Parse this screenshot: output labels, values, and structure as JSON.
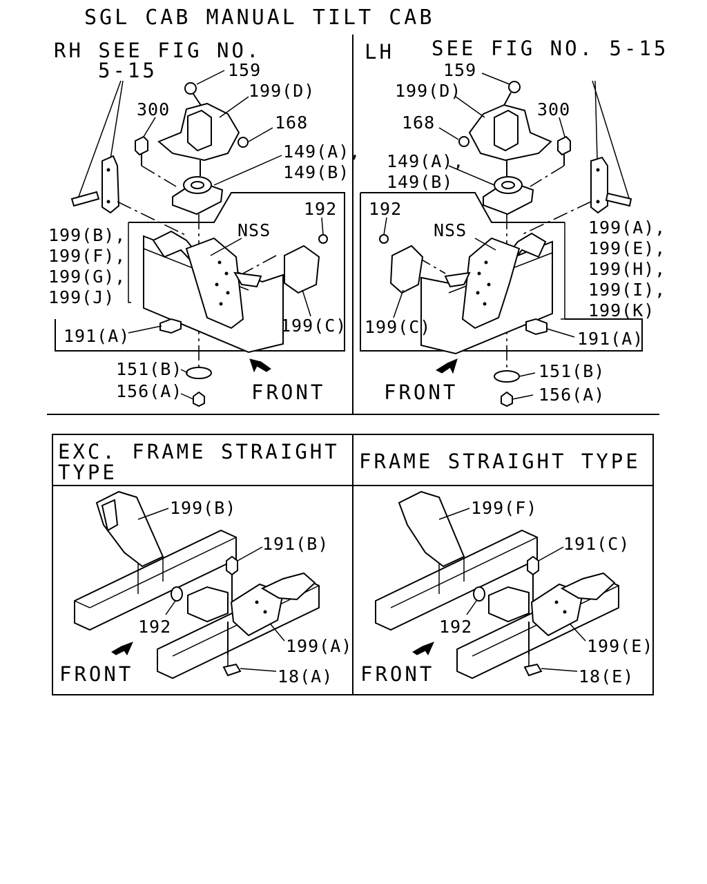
{
  "title": "SGL CAB MANUAL TILT CAB",
  "upper_left": {
    "ref_note_line1": "RH SEE FIG NO.",
    "ref_note_line2": "5-15",
    "labels": {
      "p159": "159",
      "p199d": "199(D)",
      "p300": "300",
      "p168": "168",
      "p149a": "149(A),",
      "p149b": "149(B)",
      "p192": "192",
      "nss": "NSS",
      "p199b": "199(B),",
      "p199f": "199(F),",
      "p199g": "199(G),",
      "p199j": "199(J)",
      "p199c": "199(C)",
      "p191a": "191(A)",
      "p151b": "151(B)",
      "p156a": "156(A)",
      "front": "FRONT"
    }
  },
  "upper_right": {
    "ref_note_lh": "LH",
    "ref_note": "SEE FIG NO. 5-15",
    "labels": {
      "p159": "159",
      "p199d": "199(D)",
      "p168": "168",
      "p300": "300",
      "p149a": "149(A),",
      "p149b": "149(B)",
      "p192": "192",
      "nss": "NSS",
      "p199a": "199(A),",
      "p199e": "199(E),",
      "p199h": "199(H),",
      "p199i": "199(I),",
      "p199k": "199(K)",
      "p199c": "199(C)",
      "p191a": "191(A)",
      "p151b": "151(B)",
      "p156a": "156(A)",
      "front": "FRONT"
    }
  },
  "lower_left": {
    "header_line1": "EXC. FRAME STRAIGHT",
    "header_line2": "TYPE",
    "labels": {
      "p199b": "199(B)",
      "p191b": "191(B)",
      "p192": "192",
      "p199a": "199(A)",
      "p18a": "18(A)",
      "front": "FRONT"
    }
  },
  "lower_right": {
    "header": "FRAME STRAIGHT TYPE",
    "labels": {
      "p199f": "199(F)",
      "p191c": "191(C)",
      "p192": "192",
      "p199e": "199(E)",
      "p18e": "18(E)",
      "front": "FRONT"
    }
  }
}
